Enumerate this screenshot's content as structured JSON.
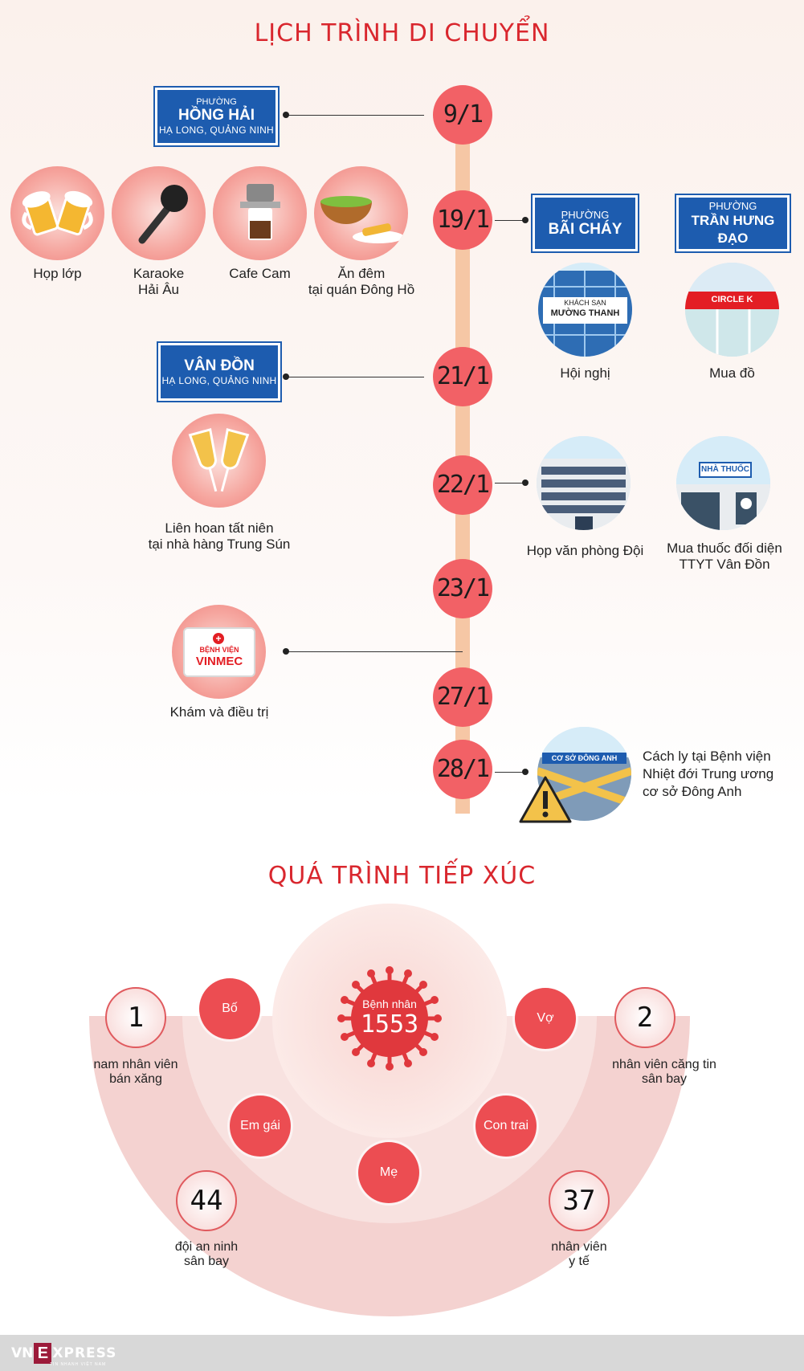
{
  "section1": {
    "title": "LỊCH TRÌNH DI CHUYỂN"
  },
  "dates": [
    "9/1",
    "19/1",
    "21/1",
    "22/1",
    "23/1",
    "27/1",
    "28/1"
  ],
  "signs": {
    "hong_hai": {
      "top": "PHƯỜNG",
      "name": "HỒNG HẢI",
      "sub": "HẠ LONG, QUẢNG NINH"
    },
    "bai_chay": {
      "top": "PHƯỜNG",
      "name": "BÃI CHÁY"
    },
    "tran_hung_dao": {
      "top": "PHƯỜNG",
      "name": "TRẦN HƯNG ĐẠO"
    },
    "van_don": {
      "name": "VÂN ĐỒN",
      "sub": "HẠ LONG, QUẢNG NINH"
    }
  },
  "places_19": [
    "Họp lớp",
    "Karaoke\nHải Âu",
    "Cafe Cam",
    "Ăn đêm\ntại quán Đông Hồ"
  ],
  "places_right_19": [
    "Hội nghị",
    "Mua đồ"
  ],
  "hotel_sign": {
    "l1": "KHÁCH SẠN",
    "l2": "MƯỜNG THANH"
  },
  "circlek": "CIRCLE K",
  "party": "Liên hoan tất niên\ntại nhà hàng Trung Sún",
  "places_22": [
    "Họp văn phòng Đội",
    "Mua thuốc đối diện\nTTYT Vân Đồn"
  ],
  "pharmacy_sign": "NHÀ THUỐC",
  "vinmec": {
    "l1": "BỆNH VIỆN",
    "l2": "VINMEC",
    "caption": "Khám và điều trị"
  },
  "isolation": {
    "sign": "CƠ SỞ ĐÔNG ANH",
    "caption": "Cách ly tại Bệnh viện\nNhiệt đới Trung ương\ncơ sở Đông Anh"
  },
  "section2": {
    "title": "QUÁ TRÌNH TIẾP XÚC"
  },
  "patient": {
    "label": "Bệnh nhân",
    "number": "1553"
  },
  "family": [
    "Bố",
    "Vợ",
    "Em gái",
    "Con trai",
    "Mẹ"
  ],
  "contacts": [
    {
      "count": "1",
      "label": "nam nhân viên\nbán xăng"
    },
    {
      "count": "2",
      "label": "nhân viên căng tin\nsân bay"
    },
    {
      "count": "44",
      "label": "đội an ninh\nsân bay"
    },
    {
      "count": "37",
      "label": "nhân viên\ny tế"
    }
  ],
  "brand": {
    "vn": "VN",
    "e": "E",
    "xpress": "XPRESS",
    "tag": "TIN NHANH VIỆT NAM"
  },
  "colors": {
    "accent": "#d9272e",
    "date": "#f26166",
    "sign": "#1d5caf",
    "spine": "#f6c7a5"
  }
}
